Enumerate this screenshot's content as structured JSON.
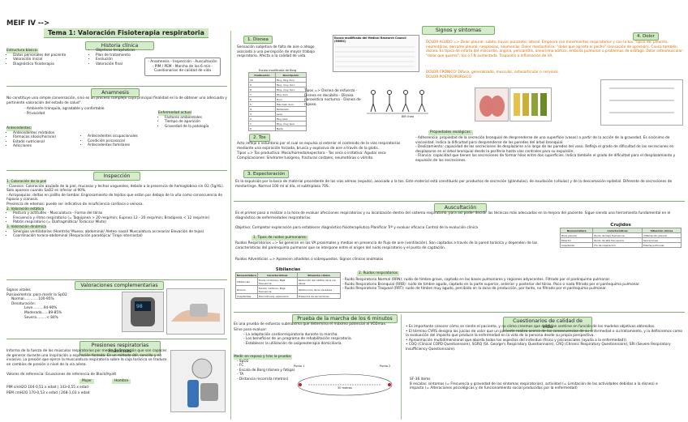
{
  "header": {
    "code": "MEIF IV -->",
    "title": "Tema 1: Valoración Fisioterapia respiratoria"
  },
  "historia": {
    "title": "Historia clínica",
    "estructura_label": "Estructura básica:",
    "items": [
      "Datos personales del paciente",
      "Valoración inicial",
      "Diagnóstico fisioterapia"
    ],
    "items2": [
      "Objetivos terapéuticos",
      "Plan de tratamiento",
      "Evolución",
      "Valoración final"
    ],
    "box": "- Anamnesis - Inspección - Auscultación - PIM / PEM - Marcha de los 6 min - Cuestionarios de calidad de vida"
  },
  "anamnesis": {
    "title": "Anamnesis",
    "intro": "No constituye una simple conversación, sino es un proceso complejo cuya principal finalidad es la de obtener una adecuada y pertinente valoración del estado de salud\".",
    "bullets": [
      "Ambiente tranquilo, agradable y confortable",
      "Privacidad"
    ],
    "enfermedad_label": "Enfermedad actual",
    "enfermedad_items": [
      "Factores ambientales",
      "Tiempo de aparición",
      "Gravedad de la patología"
    ],
    "antecedentes_label": "Antecedentes:",
    "antecedentes": [
      "Antecedentes mórbidos",
      "Fármacos (dosis/horario)",
      "Estado nutricional",
      "Adicciones"
    ],
    "antecedentes2": [
      "Antecedentes ocupacionales",
      "Condición psicosocial",
      "Antecedentes familiares"
    ]
  },
  "inspeccion": {
    "title": "Inspección",
    "s1": "1. Coloración de la piel",
    "cianosis": "- Cianosis: Coloración azulada de la piel, mucosas y lechos ungueales, debido a la presencia de hemoglobina sin O2 (5g/dL). Solo aparece cuando SaO2 es inferior al 90%.",
    "acropaquias": "- Acropaquias: deltas en palillo de tambor. Engrosamiento de tejidos que están por debajo de la uña como consecuencia de hipoxia y cianosis.",
    "edemas": "Presencia de edemas: puede ser indicativo de insuficiencia cardiaca o venosa.",
    "s2": "2. Valoración estática",
    "estatica": [
      "Postura y actitudes - Musculatura - Forma del tórax",
      "Frecuencia y ritmo respiratorio (= Taquipnea > 20 resp/min; Eupnea 12 - 20 resp/min; Bradipnea < 12 resp/min)",
      "Patrón respiratorio (= Diafragmático/ Torácico/ Mixto)"
    ],
    "s3": "3. Valoración dinámica",
    "dinamica": [
      "Sinergias ventilatorias (Homtrós/ Mueso; abdominal/ Aleteo nasal/ Musculatura accesoria/ Elevación de tejas)",
      "Coordinación toraco-abdominal (Respiración paradójica/ Tiraje intercostal)"
    ]
  },
  "valoraciones": {
    "title": "Valoraciones complementarias",
    "signos": "Signos vitales",
    "pulsio": "Pulsioximetría: para medir la SpO2",
    "normal": "Normal.............100-95%",
    "desat_label": "Desaturación:",
    "leve": "Leve..........94-90%",
    "moderada": "Moderada......89-85%",
    "severa": "Severa.........< 84%"
  },
  "presiones": {
    "title": "Presiones respiratorias máximas",
    "text": "Informa de la fuerza de los músculos respiratorios por medio de la presión que son capaces de generar durante una inspiración o espiración forzada. Es un método útil, sencillo y no invasivo. La presión que ejerce la musculatura respiratoria sobre la caja torácica se traduce en cambios de presión a nivel de la vía aérea.",
    "ecuaciones": "Valores de referencia: Ecuaciones de referencia de Black/Hyatt",
    "mujer": "Mujer",
    "hombre": "Hombre",
    "pim": "PIM cmH2O 104-0,51 x edad | 143-0,55 x edad",
    "pem": "PEM cmH2O 170-0,53 x edad | 268-1,03 x edad"
  },
  "signos": {
    "title": "Signos y síntomas",
    "disnea_label": "1. Disnea",
    "disnea_text": "Sensación subjetiva de falta de aire o ahogo asociada a una percepción de mayor trabajo respiratorio. Afecta a la calidad de vida.",
    "borg_title": "Escala modificada de Borg",
    "borg_headers": [
      "Puntuación",
      "Descripción"
    ],
    "borg_rows": [
      [
        "10",
        "Muy, Muy duro"
      ],
      [
        "9",
        "Muy, muy duro"
      ],
      [
        "8",
        "Muy, muy duro"
      ],
      [
        "7",
        "Muy duro"
      ],
      [
        "6",
        "Duro"
      ],
      [
        "5",
        "Más bien duro"
      ],
      [
        "4",
        "Moderado"
      ],
      [
        "3",
        "Leve"
      ],
      [
        "2",
        "Muy leve"
      ],
      [
        "1",
        "Muy, muy leve"
      ],
      [
        "0",
        "Nada"
      ]
    ],
    "mrc_title": "Escala modificada del Medical Research Council (MMRC)",
    "tipos": "Tipos => Disnea de esfuerzo - Disnea en decúbito - Disnea paroxística nocturna - Disnea de reposo",
    "walk_caption": "BM línea",
    "dolor_label": "4. Dolor",
    "dolor_agudo": "DOLOR AGUDO => Dolor pleural: súbito; lluvia; punzante; lateral. Empeora con movimientos respiratorios y con la tos. Típico de: pleuritis, neumotórax, derrame pleural, neoplasias, neumonías. Dolor mediastínico: \"dolor que aprieta el pecho\" (sensación de opresión). Causa también disnea. Es típica de infarto del miocardio, angina, pericarditis, aneurisma aórtico, embolia pulmonar o problemas de esófago. Dolor osteomuscular: \"dolor que quema\"; tos o F.N aumentada. Traqueitis o inflamación de VA.",
    "dolor_cronico": "DOLOR CRÓNICO: Difuso, generalizado, muscular, osteoarticular o nervioso.",
    "dolor_post": "DOLOR POSTQUIRÚRGICO",
    "tos_label": "2. Tos",
    "tos_text": "Acto reflejo o voluntario por el cual se expulsa al exterior el contenido de la vías respiratorias mediante una espiración forzada, brusca y explosiva de aire a través de la glotis.",
    "tos_tipos": "Tipos => Tos productiva: Moco/húmeda/expectora - Tos seca o irritativa: Aguda/ seca",
    "tos_comp": "Complicaciones: Síndrome tusígeno, fracturas costales, neumotórax o vómito.",
    "prop_label": "Propiedades reológicas:",
    "adherencia": "- Adherencia: propiedad de la secreción bronquial de desprenderse de una superficie (vasos) a partir de la acción de la gravedad. Es sinónimo de viscosidad. Indica la dificultad para desprenderse de las paredes del árbol bronquial.",
    "deslizamiento": "- Deslizamiento: capacidad de las secreciones de desplazarse a lo largo de las paredes del vaso. Refleja el grado de dificultad de las secreciones en desplazarse en el árbol bronquial desde la periferia hasta vías centrales para su expulsión.",
    "filancia": "- Filancia: capacidad que tienen las secreciones de formar hilos entre dos superficies. Indica también el grado de dificultad para el desplazamiento y expulsión de las secreciones.",
    "expect_label": "3. Expectoración",
    "expect_text": "Es la expulsión por la boca de material procedente de las vías aéreas (esputo), asociado a la tos. Este material está constituido por productos de secreción (glándulas), de exudación (células) y de la descamación epitelial. Diferente de secreciones de mestarlinge. Normal 100 ml al día, el subtriplasa 70S."
  },
  "auscultacion": {
    "title": "Auscultación",
    "text": "Es el primer paso a realizar a la hora de evaluar afecciones respiratorias y su localización dentro del sistema respiratorio, para así poder decidir las técnicas más adecuadas en la mejora del paciente. Sigue siendo una herramienta fundamental en el diagnóstico de enfermedades respiratorias.",
    "objetivo": "Objetivo: Completar exploración para establecer diagnóstico fisioterapéutico Planificar Trº y evaluar eficacia Control de la evolución clínica",
    "tipos_label": "1. Tipos de ruidos pulmonares:",
    "ruidos_resp": "Ruidos Respiratorios => Se generan en las VA proximales y medias en presencia de flujo de aire (ventilación). Son captados a través de la pared torácica y dependen de las características del parénquima pulmonar que se interpone entre el origen del ruido respiratorio y el punto de captación.",
    "ruidos_adv": "Ruidos Adventicios => Aparecen añadidos o sobrepuestos. Signos clínicos anómalos",
    "sibilancias_title": "Sibilancias",
    "sib_headers": [
      "Nomenclatura",
      "Características",
      "Situación clínica"
    ],
    "sib_rows": [
      [
        "Sibilancias",
        "Tonos continuos, Baja frecuencia",
        "Reducción del calibre de la vía aérea"
      ],
      [
        "Roncus",
        "Sonido continuo, Baja frecuencia",
        "Obstrucción de la vía aérea"
      ],
      [
        "Crepitantes",
        "Discontinuos, explosivos",
        "Presencia de secreciones"
      ]
    ],
    "ruidos_resp_label": "2. Ruidos respiratorios",
    "rrn": "- Ruido Respiratorio Normal (RRN): ruido de timbre grave, captado en las bases pulmonares y regiones adyacentes. Filtrado por el parénquima pulmonar.",
    "rrb": "- Ruido Respiratorio Bronquial (RRB): ruido de timbre agudo, captado en la parte superior, anterior y posterior del tórax. Poco o nada filtrado por el parénquima pulmonar.",
    "rrt": "- Ruido Respiratorio Traqueal (RRT): ruido de timbre muy agudo, percibido en la zona de producción, por tanto, no filtrado por el parénquima pulmonar.",
    "crujidos_title": "Crujidos",
    "cru_headers": [
      "Nomenclatura",
      "Características",
      "Situación clínica"
    ],
    "cru_rows": [
      [
        "Roce pleural",
        "Ruido de baja frecuencia",
        "Inflamación pleural"
      ],
      [
        "Estertor",
        "Ruido de alta frecuencia",
        "Secreciones"
      ],
      [
        "Crepitante",
        "Fin de inspiración",
        "Edema pulmonar"
      ]
    ]
  },
  "marcha": {
    "title": "Prueba de la marcha de los 6 minutos",
    "intro": "Es una prueba de esfuerzo submáxima que determina el máximo potencial al VO2max.",
    "sirve_label": "Sirve para evaluar:",
    "sirve": [
      "La adaptación cardiorrespiratoria durante la marcha.",
      "Los beneficios de un programa de rehabilitación respiratoria.",
      "Establecer la utilización de oxigenoterapia domiciliaria."
    ],
    "medir_label": "Medir en reposo y tras la prueba:",
    "medir": [
      "SpO2",
      "FC",
      "Escala de Borg (disnea y fatiga)",
      "TA",
      "Distancia recorrida (metros)"
    ],
    "diagram_p1": "Punto 1",
    "diagram_p2": "Punto 2",
    "diagram_dist": "30 metros"
  },
  "cuestionarios": {
    "title": "Cuestionarios de calidad de vida",
    "items": [
      "Es importante conocer cómo se siente el paciente, y no cómo creemos que deberían sentirse en función de los modelos objetivos obtenidos.",
      "El término CVRS designa los juicios de valor que un paciente realiza acerca de las consecuencias de su enfermedad o su tratamiento, y la definiremos como la evaluación del impacto que produce la enfermedad en la vida de la persona desde su propia perspectiva.",
      "Aproximación multidimensional que aborda todos los aspectos del individuo (físico y psicosociales (ayuda a la enfermedad)).",
      "COQ (Clinical COPD Questionnaire), SGRQ (St. George's Respiratory Questionnaire), CRQ (Chronic Respiratory Questionnaire), SRI (Severe Respiratory Insufficiency Questionnaire)."
    ],
    "sf36_label": "SF-36 items",
    "sf36_a": "8 escalas: síntomas (= Frecuencia y gravedad de los síntomas respiratorios), actividad (= Limitación de las actividades debidas a la disnea) e",
    "sf36_b": "impacto (= Alteraciones psicológicas y de funcionamiento social producidas por la enfermedad)"
  },
  "colors": {
    "accent": "#cfe8c2",
    "accent_border": "#7fae72",
    "orange": "#d46a00",
    "red": "#c0202a"
  }
}
